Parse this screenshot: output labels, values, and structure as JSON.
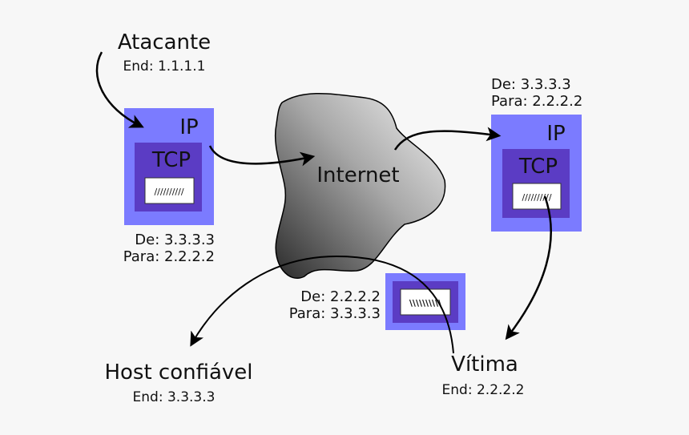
{
  "attacker": {
    "name": "Atacante",
    "address": "End: 1.1.1.1"
  },
  "trusted_host": {
    "name": "Host confiável",
    "address": "End: 3.3.3.3"
  },
  "victim": {
    "name": "Vítima",
    "address": "End: 2.2.2.2"
  },
  "internet": {
    "label": "Internet"
  },
  "packet_left": {
    "ip_label": "IP",
    "tcp_label": "TCP",
    "payload": "//////////",
    "from": "De: 3.3.3.3",
    "to": "Para: 2.2.2.2"
  },
  "packet_right": {
    "ip_label": "IP",
    "tcp_label": "TCP",
    "payload": "//////////",
    "from": "De: 3.3.3.3",
    "to": "Para: 2.2.2.2"
  },
  "packet_reply": {
    "payload": "\\\\\\\\\\\\\\\\\\\\",
    "from": "De: 2.2.2.2",
    "to": "Para: 3.3.3.3"
  },
  "colors": {
    "ip_layer": "#7b7bff",
    "tcp_layer": "#5b3cc4",
    "payload_bg": "#ffffff",
    "cloud_dark": "#2a2a2a",
    "cloud_light": "#f2f2f2"
  }
}
